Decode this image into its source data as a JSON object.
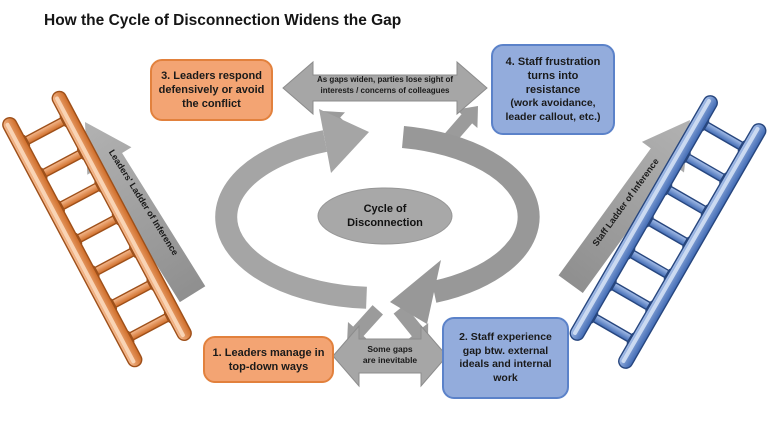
{
  "title": "How the Cycle of Disconnection Widens the Gap",
  "center": {
    "label": "Cycle of Disconnection"
  },
  "boxes": {
    "box1": {
      "label": "1. Leaders manage in top-down ways"
    },
    "box2": {
      "label": "2. Staff experience gap btw. external ideals and internal work"
    },
    "box3": {
      "label": "3. Leaders respond defensively or avoid the conflict"
    },
    "box4": {
      "label": "4. Staff frustration turns into resistance",
      "sub": "(work avoidance, leader callout, etc.)"
    }
  },
  "connectors": {
    "top_arrow": {
      "line1": "As gaps widen, parties lose sight of",
      "line2": "interests / concerns of colleagues"
    },
    "bottom_arrow": {
      "line1": "Some gaps",
      "line2": "are inevitable"
    }
  },
  "ladders": {
    "left": {
      "label": "Leaders' Ladder of Inference"
    },
    "right": {
      "label": "Staff Ladder of Inference"
    }
  },
  "colors": {
    "orange_box_fill": "#F3A473",
    "orange_box_border": "#E2813D",
    "blue_box_fill": "#93ACDC",
    "blue_box_border": "#5B82C9",
    "gray_arrow": "#A6A6A6",
    "ellipse_gray": "#A8A8A8",
    "ladder_orange": "#D9782F",
    "ladder_blue": "#5B83CB",
    "text": "#1a1a1a",
    "background": "#FFFFFF"
  }
}
